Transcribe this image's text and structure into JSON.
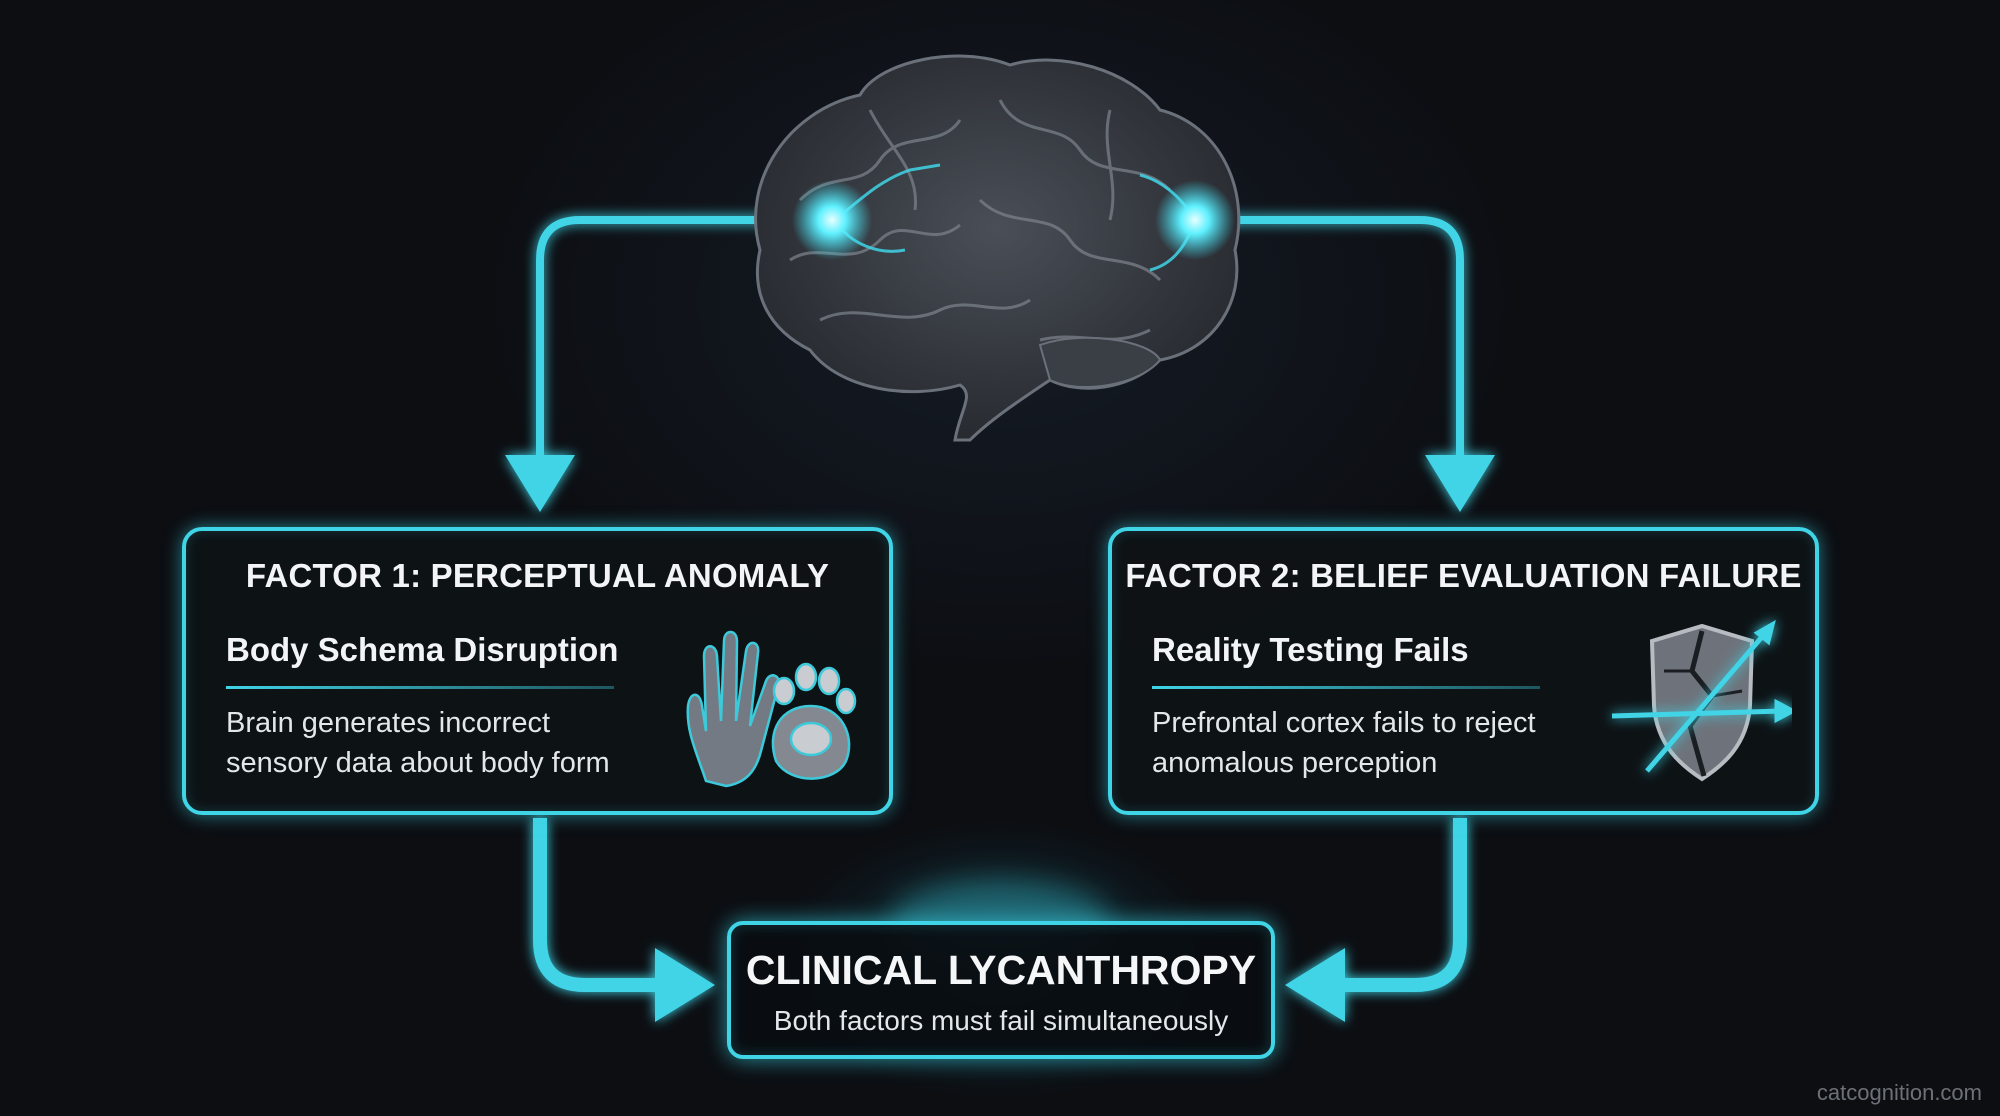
{
  "factor1": {
    "title": "FACTOR 1: PERCEPTUAL ANOMALY",
    "subtitle": "Body Schema Disruption",
    "description": "Brain generates incorrect sensory data about body form",
    "icon": "hand-paw-icon"
  },
  "factor2": {
    "title": "FACTOR 2: BELIEF EVALUATION FAILURE",
    "subtitle": "Reality Testing Fails",
    "description": "Prefrontal cortex fails to reject anomalous perception",
    "icon": "broken-shield-icon"
  },
  "result": {
    "title": "CLINICAL LYCANTHROPY",
    "subtitle": "Both factors must fail simultaneously"
  },
  "watermark": "catcognition.com",
  "brain_icon": "brain-icon",
  "colors": {
    "accent": "#3fd4e6",
    "background": "#0c0e12",
    "text": "#f2f4f6"
  }
}
